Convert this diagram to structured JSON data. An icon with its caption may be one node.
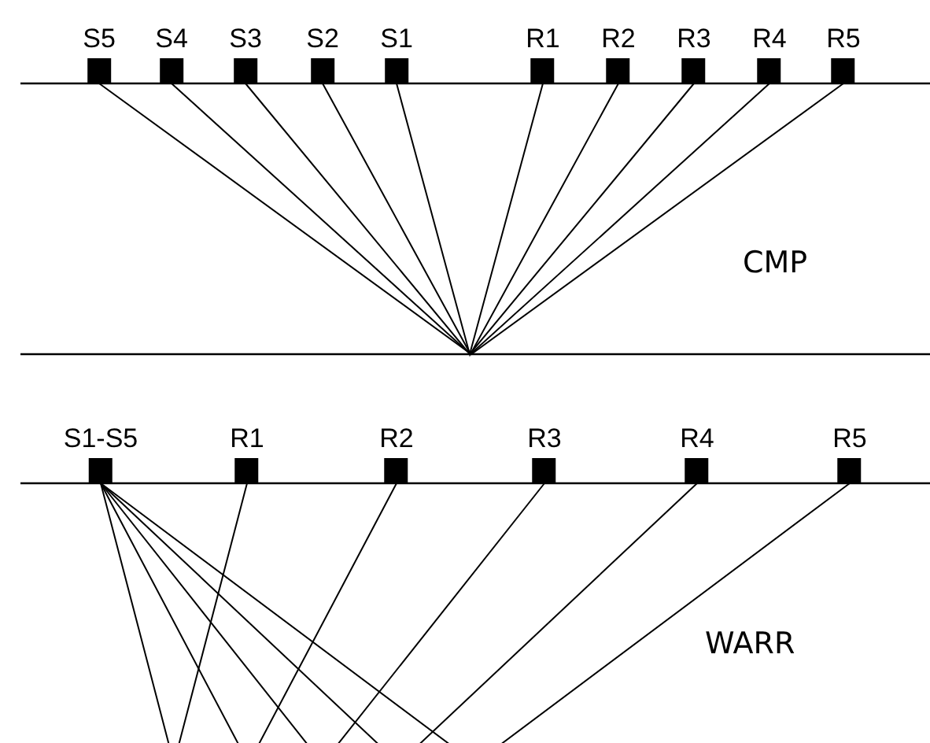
{
  "diagram": {
    "nodes": [
      {
        "text": [
          "S5"
        ]
      },
      {
        "text": [
          "S4"
        ]
      },
      {
        "text": [
          "S3"
        ]
      },
      {
        "text": [
          "S2"
        ]
      },
      {
        "text": [
          "S1"
        ]
      },
      {
        "text": [
          "R1"
        ]
      },
      {
        "text": [
          "R2"
        ]
      },
      {
        "text": [
          "R3"
        ]
      },
      {
        "text": [
          "R4"
        ]
      },
      {
        "text": [
          "R5"
        ]
      },
      {
        "text": [
          "S1-S5"
        ]
      },
      {
        "text": [
          "R1"
        ]
      },
      {
        "text": [
          "R2"
        ]
      },
      {
        "text": [
          "R3"
        ]
      },
      {
        "text": [
          "R4"
        ]
      },
      {
        "text": [
          "R5"
        ]
      }
    ],
    "edges": [
      {
        "from": 0,
        "to": 9,
        "arrow": "none"
      },
      {
        "from": 1,
        "to": 8,
        "arrow": "none"
      },
      {
        "from": 2,
        "to": 7,
        "arrow": "none"
      },
      {
        "from": 3,
        "to": 6,
        "arrow": "none"
      },
      {
        "from": 4,
        "to": 5,
        "arrow": "none"
      },
      {
        "from": 10,
        "to": 11,
        "arrow": "none"
      },
      {
        "from": 10,
        "to": 12,
        "arrow": "none"
      },
      {
        "from": 10,
        "to": 13,
        "arrow": "none"
      },
      {
        "from": 10,
        "to": 14,
        "arrow": "none"
      },
      {
        "from": 10,
        "to": 15,
        "arrow": "none"
      }
    ],
    "labels": [
      "CMP",
      "WARR"
    ]
  }
}
